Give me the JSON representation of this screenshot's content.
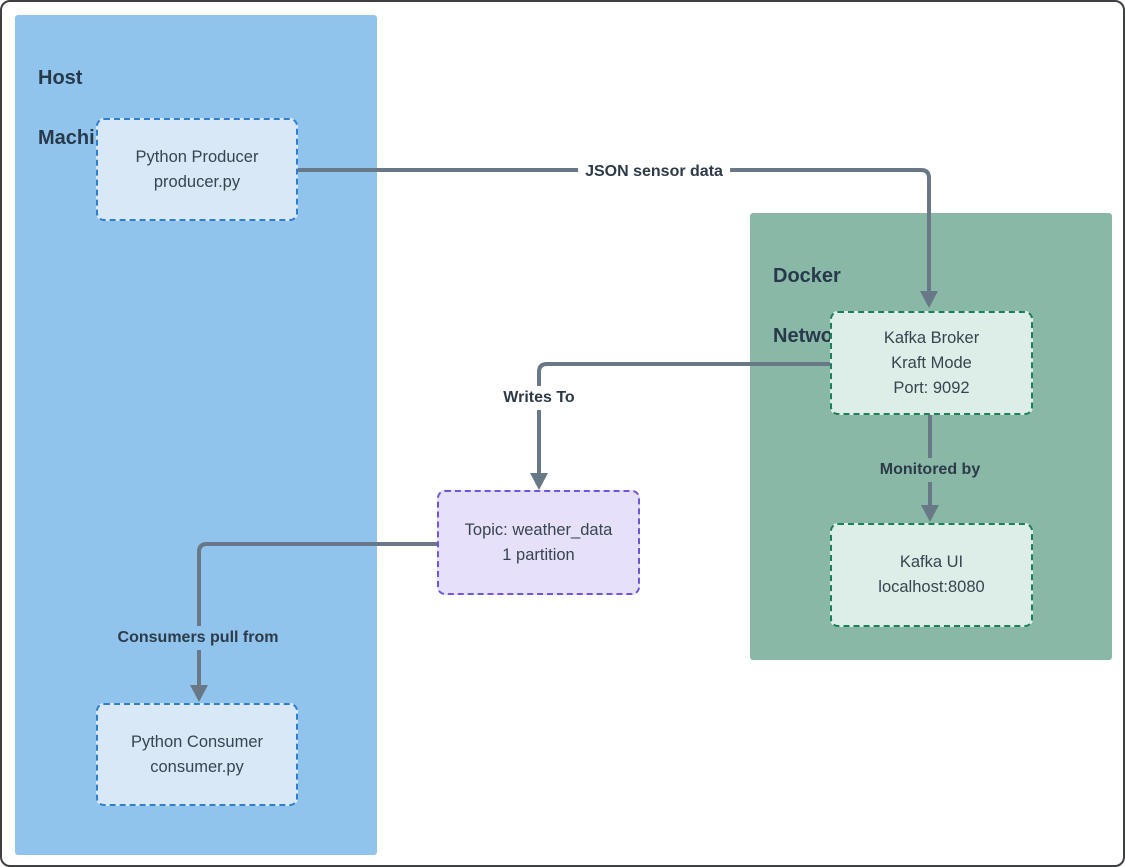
{
  "diagram": {
    "type": "flowchart",
    "containers": {
      "host": {
        "title_lines": [
          "Host",
          "Machine"
        ],
        "bg_color": "#90c4ec"
      },
      "docker": {
        "title_lines": [
          "Docker",
          "Network"
        ],
        "bg_color": "#8ab8a7"
      }
    },
    "nodes": {
      "producer": {
        "lines": [
          "Python Producer",
          "producer.py"
        ],
        "fill": "#d9e8f7",
        "border_color": "#2e7fd0",
        "container": "host"
      },
      "broker": {
        "lines": [
          "Kafka Broker",
          "Kraft Mode",
          "Port: 9092"
        ],
        "fill": "#ddeee8",
        "border_color": "#1b7f57",
        "container": "docker"
      },
      "kafka_ui": {
        "lines": [
          "Kafka UI",
          "localhost:8080"
        ],
        "fill": "#ddeee8",
        "border_color": "#1b7f57",
        "container": "docker"
      },
      "topic": {
        "lines": [
          "Topic: weather_data",
          "1 partition"
        ],
        "fill": "#e6e0fa",
        "border_color": "#7055e0",
        "container": null
      },
      "consumer": {
        "lines": [
          "Python Consumer",
          "consumer.py"
        ],
        "fill": "#d9e8f7",
        "border_color": "#2e7fd0",
        "container": "host"
      }
    },
    "edges": [
      {
        "from": "producer",
        "to": "broker",
        "label": "JSON sensor data"
      },
      {
        "from": "broker",
        "to": "topic",
        "label": "Writes To"
      },
      {
        "from": "broker",
        "to": "kafka_ui",
        "label": "Monitored by"
      },
      {
        "from": "topic",
        "to": "consumer",
        "label": "Consumers pull from"
      }
    ],
    "edge_labels": {
      "json_sensor": "JSON sensor data",
      "writes_to": "Writes To",
      "monitored_by": "Monitored by",
      "consumers_pull": "Consumers pull from"
    },
    "colors": {
      "edge_line": "#697886",
      "title_text": "#27394b",
      "node_text": "#36454f",
      "label_text": "#2d3a48",
      "page_border": "#3f4043"
    }
  }
}
